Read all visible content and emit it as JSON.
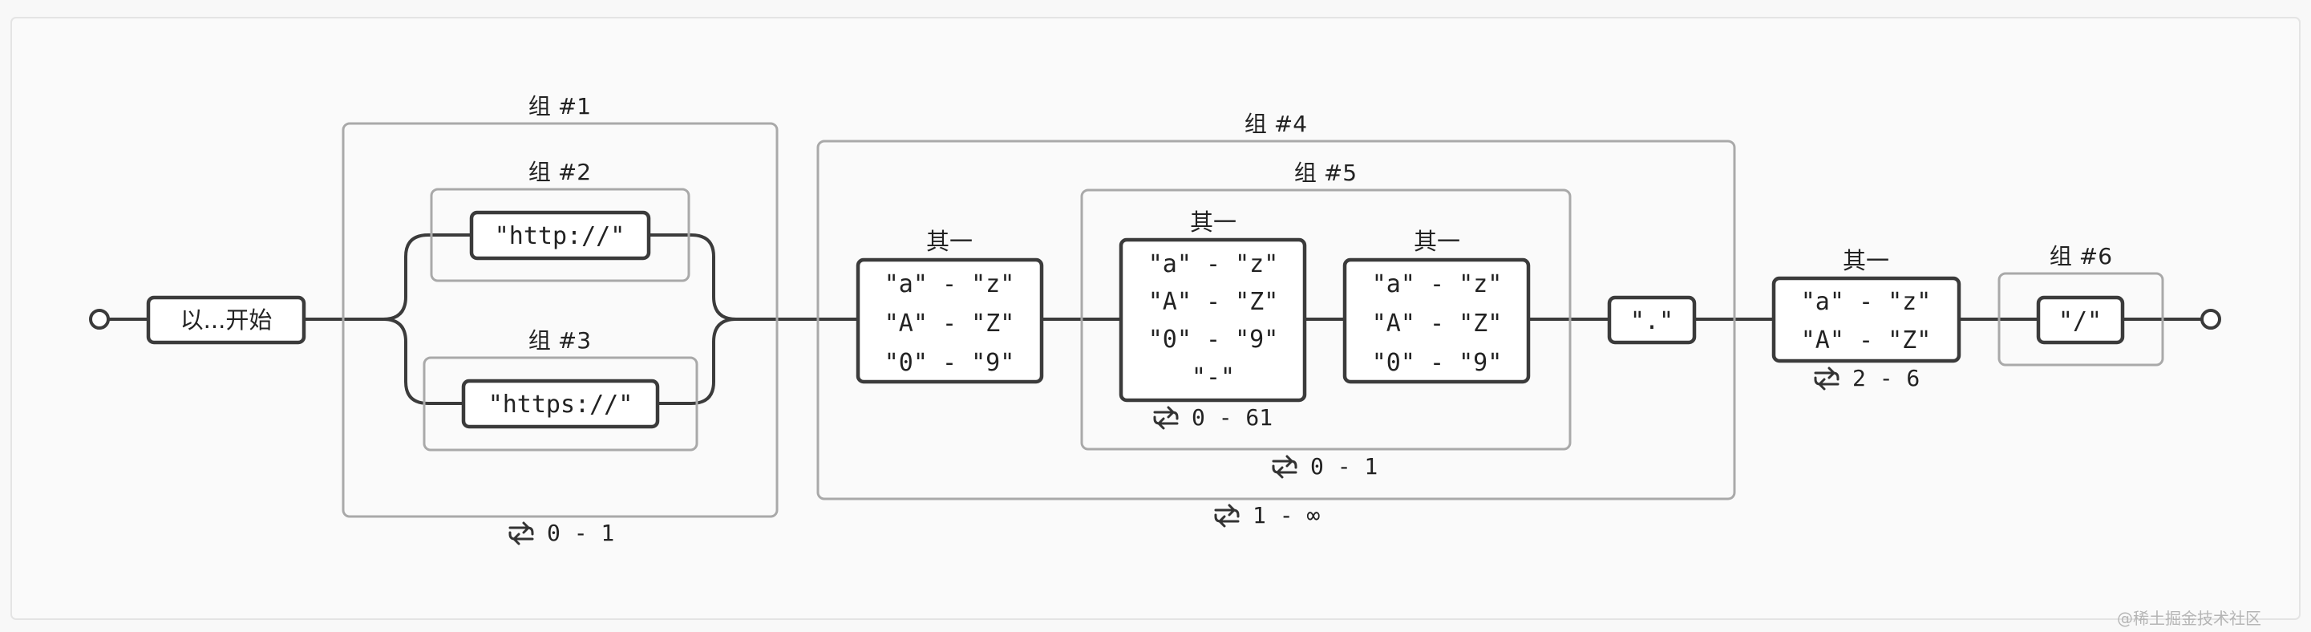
{
  "diagram": {
    "start_label": "以...开始",
    "groups": {
      "g1": "组 #1",
      "g2": "组 #2",
      "g3": "组 #3",
      "g4": "组 #4",
      "g5": "组 #5",
      "g6": "组 #6"
    },
    "literals": {
      "http": "\"http://\"",
      "https": "\"https://\"",
      "dot": "\".\"",
      "slash": "\"/\""
    },
    "one_of_label": "其一",
    "ranges": {
      "az": "\"a\" - \"z\"",
      "AZ": "\"A\" - \"Z\"",
      "d09": "\"0\" - \"9\"",
      "dash": "\"-\""
    },
    "repeats": {
      "g1": "0 - 1",
      "g4": "1 - ∞",
      "g5": "0 - 1",
      "inner": "0 - 61",
      "tld": "2 - 6"
    }
  },
  "watermark": "@稀土掘金技术社区"
}
